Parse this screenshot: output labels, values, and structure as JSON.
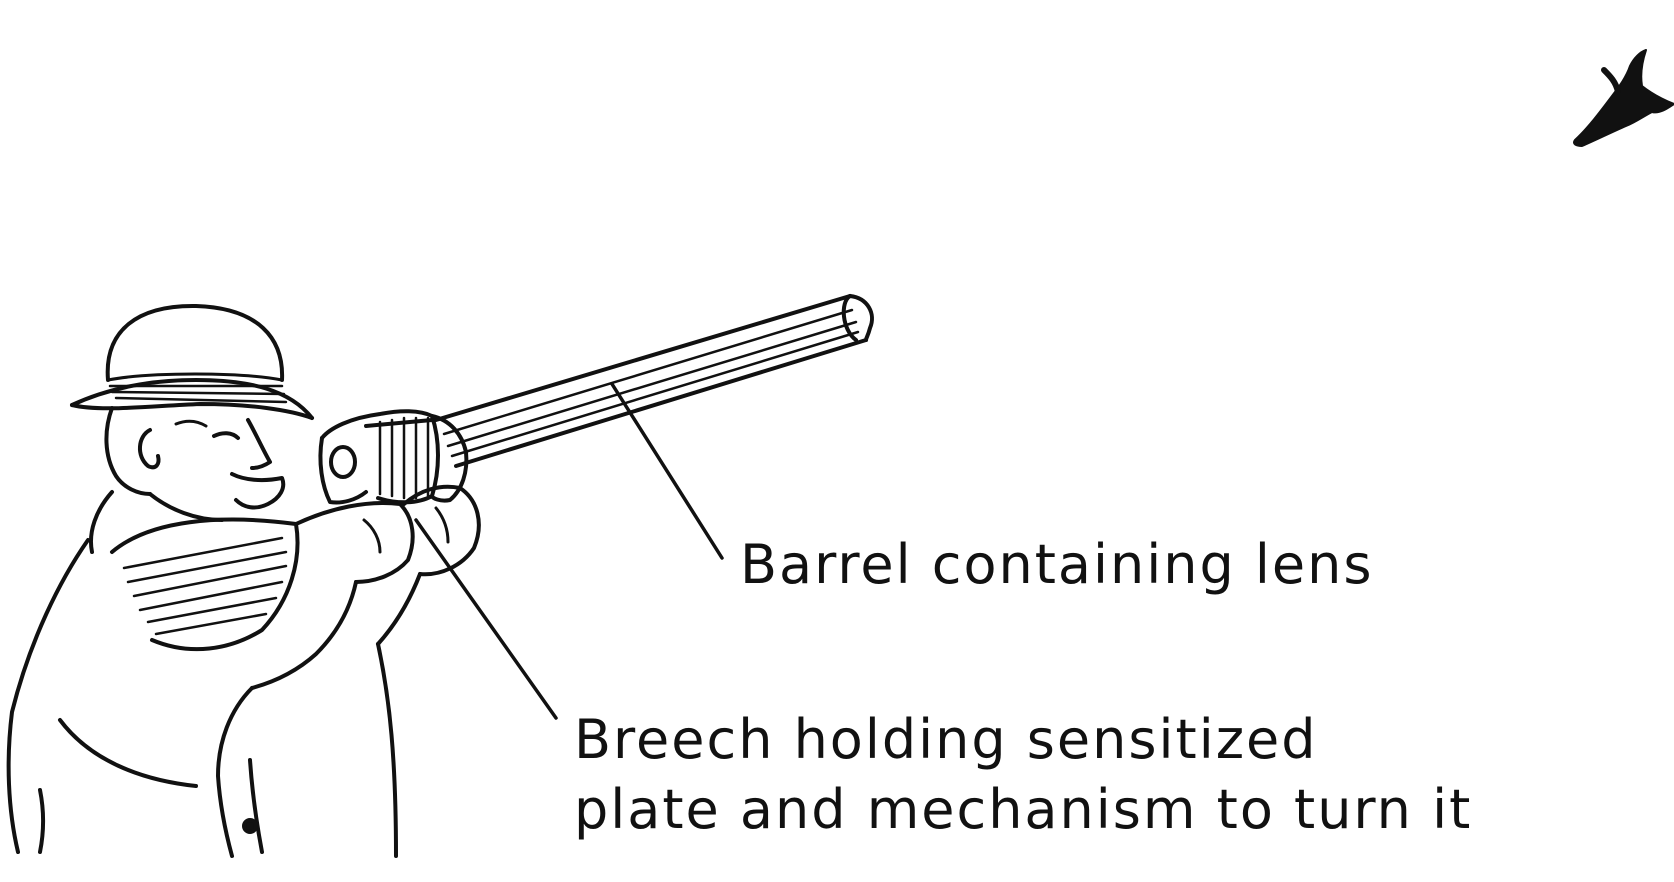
{
  "labels": {
    "barrel": "Barrel containing lens",
    "breech_line1": "Breech holding sensitized",
    "breech_line2": "plate and mechanism to turn it"
  },
  "colors": {
    "ink": "#111111",
    "paper": "#ffffff"
  },
  "icons": {
    "figure": "man-with-camera-gun-icon",
    "bird": "flying-bird-icon"
  }
}
